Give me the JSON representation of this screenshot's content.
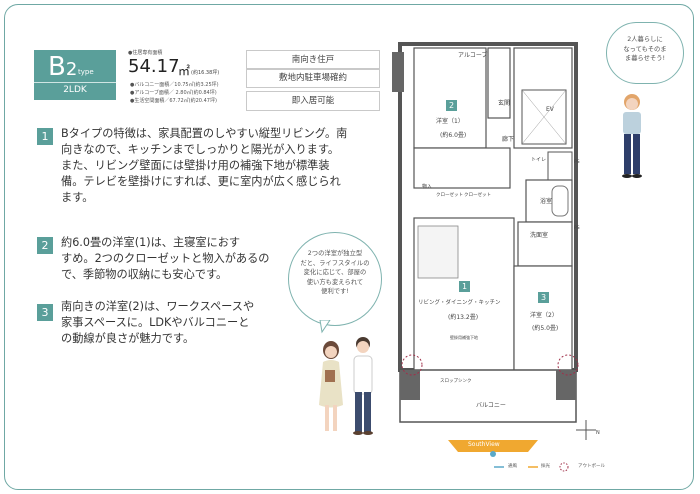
{
  "plan": {
    "type_letter": "B",
    "type_number": "2",
    "type_word": "type",
    "layout": "2LDK"
  },
  "area": {
    "label": "●住居専有面積",
    "value": "54.17",
    "unit": "㎡",
    "tsubo": "(約16.38坪)",
    "details": [
      "●バルコニー面積／10.75㎡(約3.25坪)",
      "●アルコーブ面積／ 2.80㎡(約0.84坪)",
      "●生活空間面積／67.72㎡(約20.47坪)"
    ]
  },
  "features": [
    "南向き住戸",
    "敷地内駐車場確約",
    "即入居可能"
  ],
  "points": [
    {
      "num": "1",
      "lines": [
        "Bタイプの特徴は、家具配置のしやすい縦型リビング。南",
        "向きなので、キッチンまでしっかりと陽光が入ります。",
        "また、リビング壁面には壁掛け用の補強下地が標準装",
        "備。テレビを壁掛けにすれば、更に室内が広く感じられ",
        "ます。"
      ]
    },
    {
      "num": "2",
      "lines": [
        "約6.0畳の洋室(1)は、主寝室におす",
        "すめ。2つのクローゼットと物入があるの",
        "で、季節物の収納にも安心です。"
      ]
    },
    {
      "num": "3",
      "lines": [
        "南向きの洋室(2)は、ワークスペースや",
        "家事スペースに。LDKやバルコニーと",
        "の動線が良さが魅力です。"
      ]
    }
  ],
  "bubble_center": [
    "2つの洋室が独立型",
    "だと、ライフスタイルの",
    "変化に応じて、部屋の",
    "使い方も変えられて",
    "便利です!"
  ],
  "bubble_right": [
    "2人暮らしに",
    "なってもそのま",
    "ま暮らせそう!"
  ],
  "floorplan": {
    "alcove": "アルコーブ",
    "entrance": "玄関",
    "hall": "廊下",
    "ev": "EV",
    "room1_name": "洋室（1）",
    "room1_size": "(約6.0畳)",
    "toilet": "トイレ",
    "closet1": "クローゼット",
    "closet2": "クローゼット",
    "storage": "物入",
    "bath": "浴室",
    "washroom": "洗面室",
    "ldk_name": "リビング・ダイニング・キッチン",
    "ldk_size": "(約13.2畳)",
    "room2_name": "洋室（2）",
    "room2_size": "(約5.0畳)",
    "balcony": "バルコニー",
    "slope": "スロップシンク",
    "ps": "PS",
    "wall_note": "壁掛用補強下地",
    "nums": [
      "2",
      "1",
      "3"
    ],
    "compass": "N"
  },
  "south_view": "SouthView",
  "legend": [
    "通風",
    "採光",
    "アウトポール"
  ],
  "colors": {
    "accent": "#5a9f9a",
    "border": "#6fa8a4"
  }
}
